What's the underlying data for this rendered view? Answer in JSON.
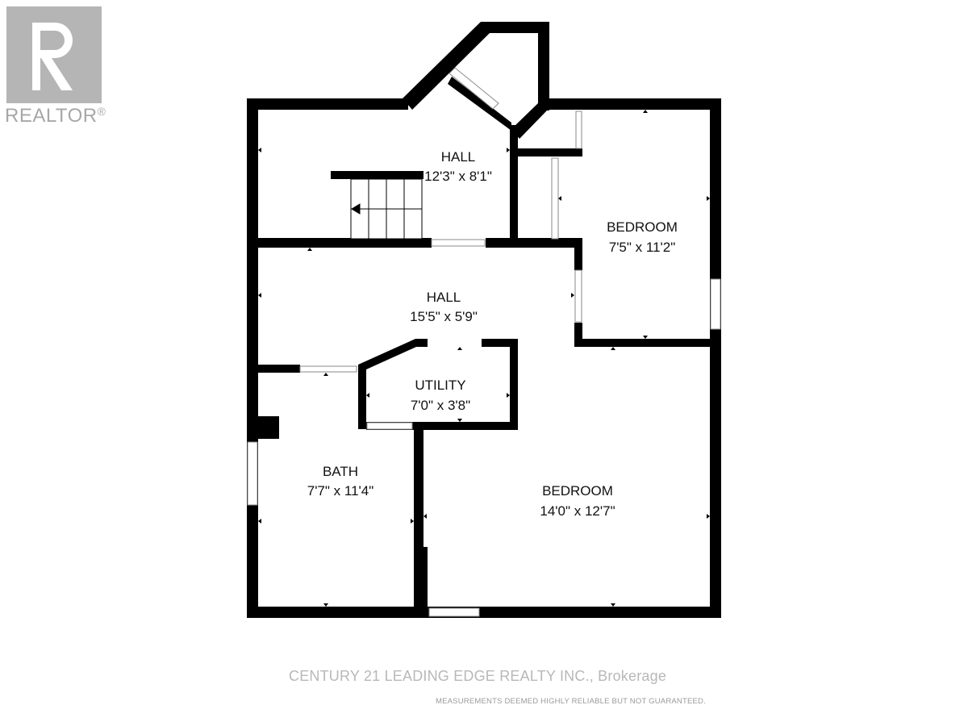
{
  "logo": {
    "text": "REALTOR",
    "mark": "®",
    "icon": "realtor-r-logo-icon",
    "color": "#b5b5b5"
  },
  "rooms": {
    "hall_upper": {
      "name": "HALL",
      "dims": "12'3\" x 8'1\""
    },
    "bedroom_right": {
      "name": "BEDROOM",
      "dims": "7'5\" x 11'2\""
    },
    "hall_middle": {
      "name": "HALL",
      "dims": "15'5\" x 5'9\""
    },
    "utility": {
      "name": "UTILITY",
      "dims": "7'0\" x 3'8\""
    },
    "bath": {
      "name": "BATH",
      "dims": "7'7\" x 11'4\""
    },
    "bedroom_main": {
      "name": "BEDROOM",
      "dims": "14'0\" x 12'7\""
    }
  },
  "footer": {
    "watermark": "CENTURY 21 LEADING EDGE REALTY INC., Brokerage",
    "disclaimer": "MEASUREMENTS DEEMED HIGHLY RELIABLE BUT NOT GUARANTEED."
  },
  "colors": {
    "wall": "#000000",
    "background": "#ffffff",
    "watermark": "#b8b8b8"
  }
}
